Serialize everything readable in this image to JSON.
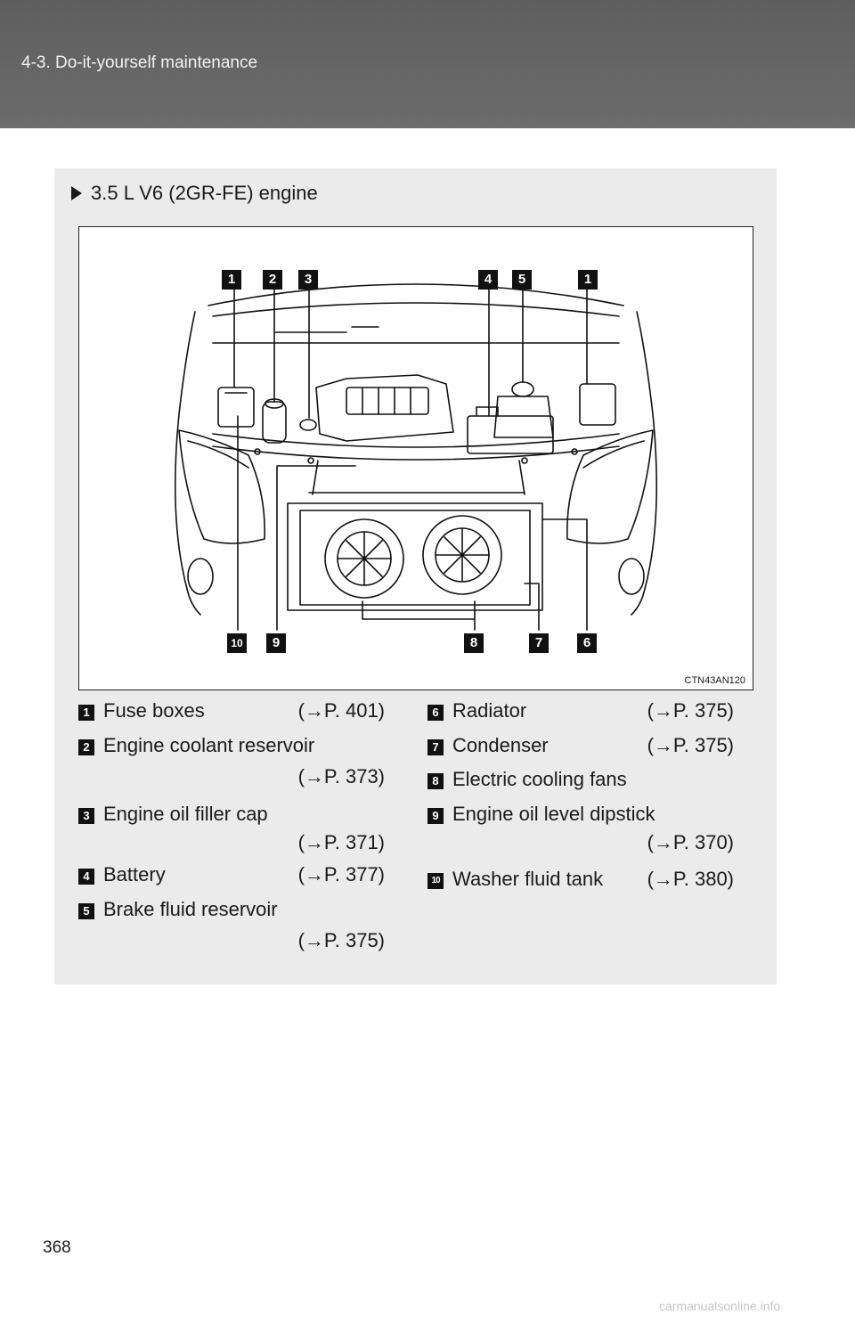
{
  "header": {
    "title": "4-3. Do-it-yourself maintenance"
  },
  "section": {
    "heading": "3.5 L V6 (2GR-FE) engine"
  },
  "figure": {
    "code": "CTN43AN120",
    "callouts_top": [
      "1",
      "2",
      "3",
      "4",
      "5",
      "1"
    ],
    "callouts_bottom": [
      "10",
      "9",
      "8",
      "7",
      "6"
    ]
  },
  "legend": {
    "left": [
      {
        "num": "1",
        "label": "Fuse boxes",
        "ref": "(→P. 401)"
      },
      {
        "num": "2",
        "label": "Engine coolant reservoir",
        "ref": "(→P. 373)"
      },
      {
        "num": "3",
        "label": "Engine oil filler cap",
        "ref": "(→P. 371)"
      },
      {
        "num": "4",
        "label": "Battery",
        "ref": "(→P. 377)"
      },
      {
        "num": "5",
        "label": "Brake fluid reservoir",
        "ref": "(→P. 375)"
      }
    ],
    "right": [
      {
        "num": "6",
        "label": "Radiator",
        "ref": "(→P. 375)"
      },
      {
        "num": "7",
        "label": "Condenser",
        "ref": "(→P. 375)"
      },
      {
        "num": "8",
        "label": "Electric cooling fans",
        "ref": ""
      },
      {
        "num": "9",
        "label": "Engine oil level dipstick",
        "ref": "(→P. 370)"
      },
      {
        "num": "10",
        "label": "Washer fluid tank",
        "ref": "(→P. 380)"
      }
    ]
  },
  "footer": {
    "page_number": "368",
    "watermark": "carmanualsonline.info"
  }
}
